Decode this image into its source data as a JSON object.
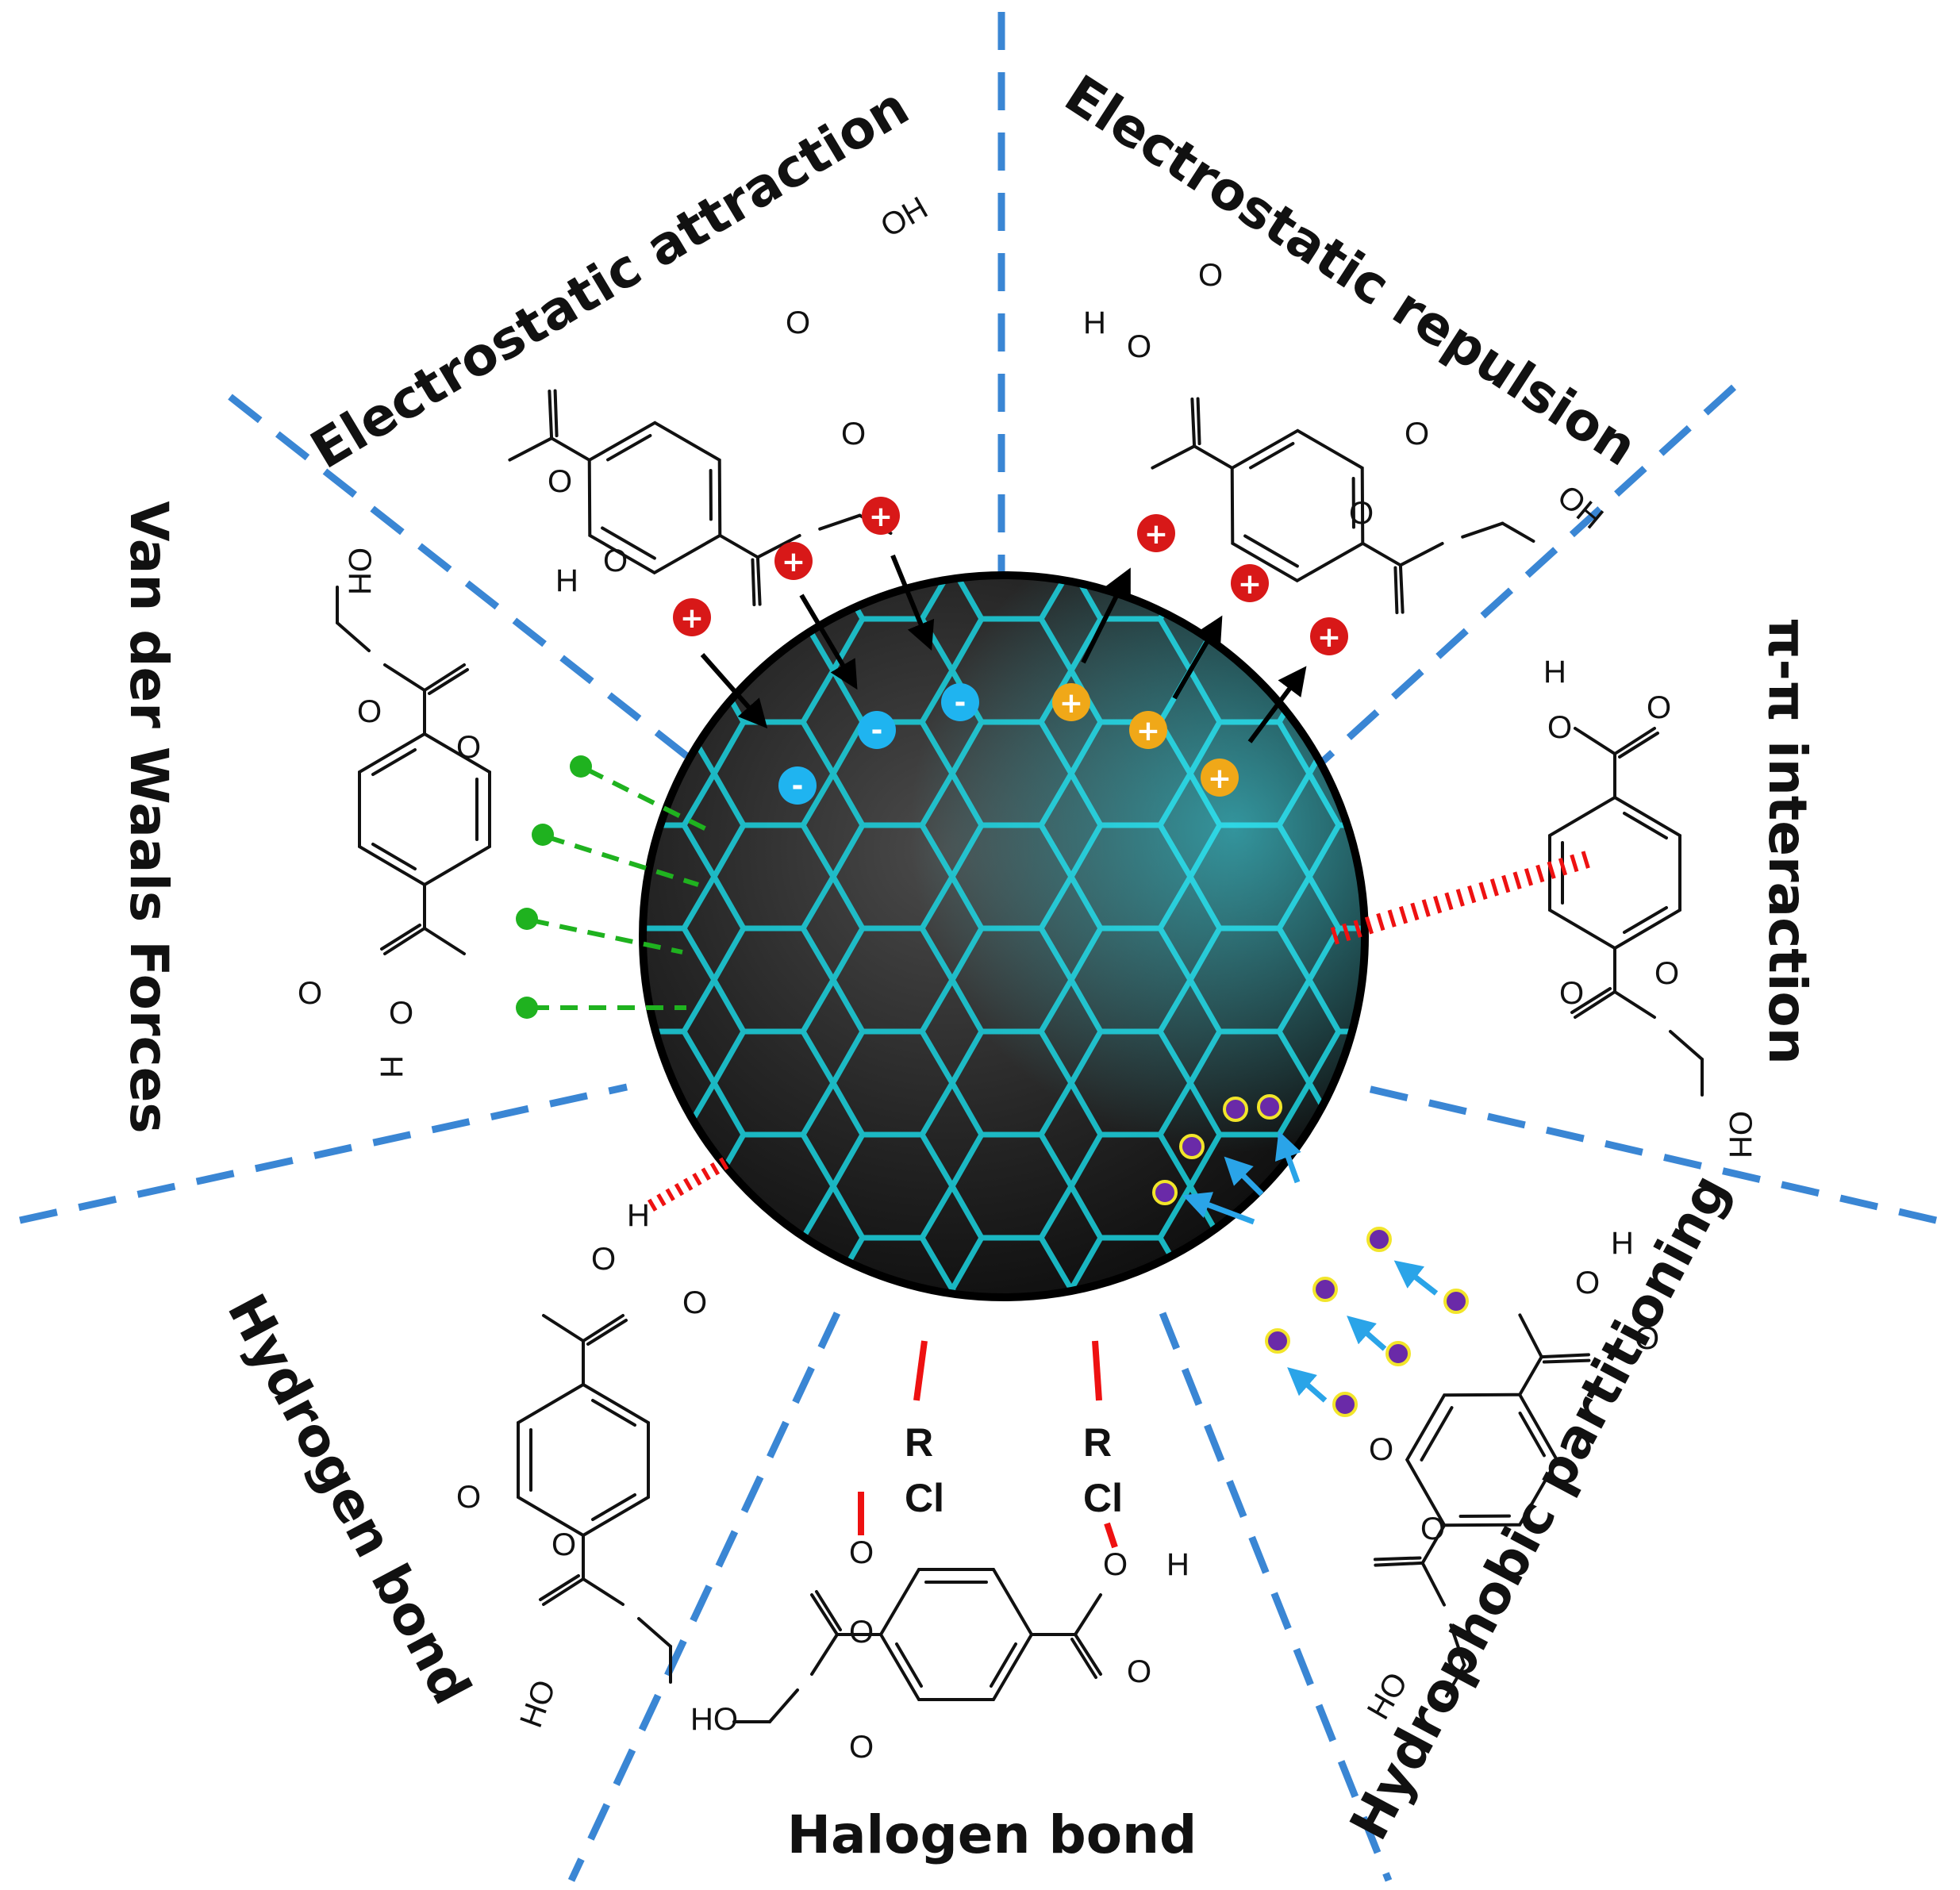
{
  "labels": {
    "electrostatic_attraction": "Electrostatic attraction",
    "electrostatic_repulsion": "Electrostatic repulsion",
    "pi_pi": "π-π interaction",
    "hydrophobic": "Hydrophobic partitioning",
    "halogen": "Halogen bond",
    "hydrogen": "Hydrogen bond",
    "vdw": "Van der Waals Forces"
  },
  "atoms": {
    "O": "O",
    "H": "H",
    "HO": "HO",
    "OH": "OH",
    "Cl": "Cl",
    "R": "R",
    "dash": "–"
  },
  "ions": {
    "positive": "+",
    "negative": "-"
  },
  "colors": {
    "divider": "#3a86d4",
    "cation": "#d81818",
    "surface_anion": "#1fb4f0",
    "surface_cation": "#f0a818",
    "vdw": "#1fb21f",
    "bond_red": "#ee1111",
    "particle": "#6a2aa8",
    "particle_ring": "#f2e52a",
    "particle_arrow": "#2aa4e8",
    "sphere": "#2a2a2a",
    "mesh": "#1ad2e0"
  }
}
